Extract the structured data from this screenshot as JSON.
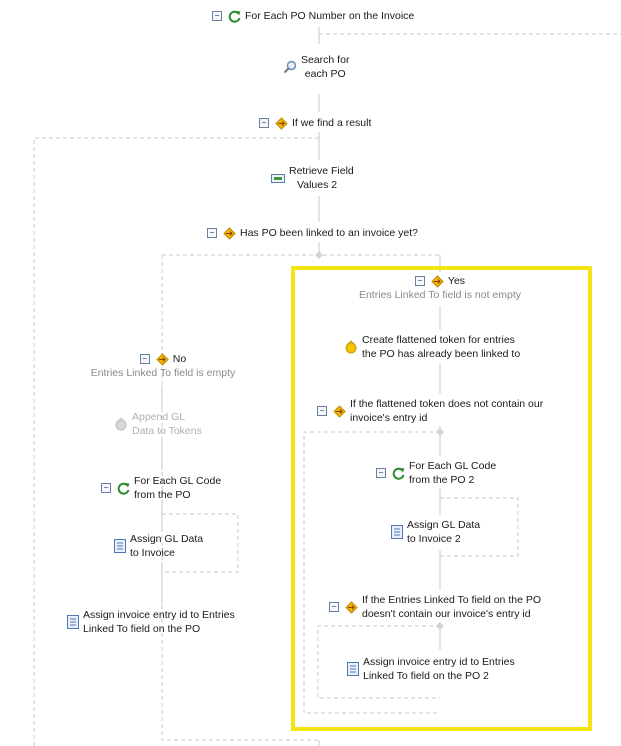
{
  "workflow": {
    "for_each_po": "For Each PO Number on the Invoice",
    "search_po": [
      "Search for",
      "each PO"
    ],
    "if_result": "If we find a result",
    "retrieve": [
      "Retrieve Field",
      "Values 2"
    ],
    "has_po_linked": "Has PO been linked to an invoice yet?",
    "no_branch": {
      "title": "No",
      "caption": "Entries Linked To field is empty",
      "append": [
        "Append GL",
        "Data to Tokens"
      ],
      "for_each_gl": [
        "For Each GL Code",
        "from the PO"
      ],
      "assign_gl": [
        "Assign GL Data",
        "to Invoice"
      ],
      "assign_entry": [
        "Assign invoice entry id to Entries",
        "Linked To field on the PO"
      ]
    },
    "yes_branch": {
      "title": "Yes",
      "caption": "Entries Linked To field is not empty",
      "create_token": [
        "Create flattened token for entries",
        "the PO has already been linked to"
      ],
      "if_token": [
        "If the flattened token does not contain our",
        "invoice's entry id"
      ],
      "for_each_gl": [
        "For Each GL Code",
        "from the PO 2"
      ],
      "assign_gl": [
        "Assign GL Data",
        "to Invoice 2"
      ],
      "if_entries": [
        "If the Entries Linked To field on the PO",
        "doesn't contain our invoice's entry id"
      ],
      "assign_entry": [
        "Assign invoice entry id to Entries",
        "Linked To field on the PO 2"
      ]
    }
  },
  "colors": {
    "highlight": "#f5e414",
    "connector": "#c8c8c8",
    "loop_icon": "#2e8b2e",
    "condition_icon": "#e8a800"
  }
}
